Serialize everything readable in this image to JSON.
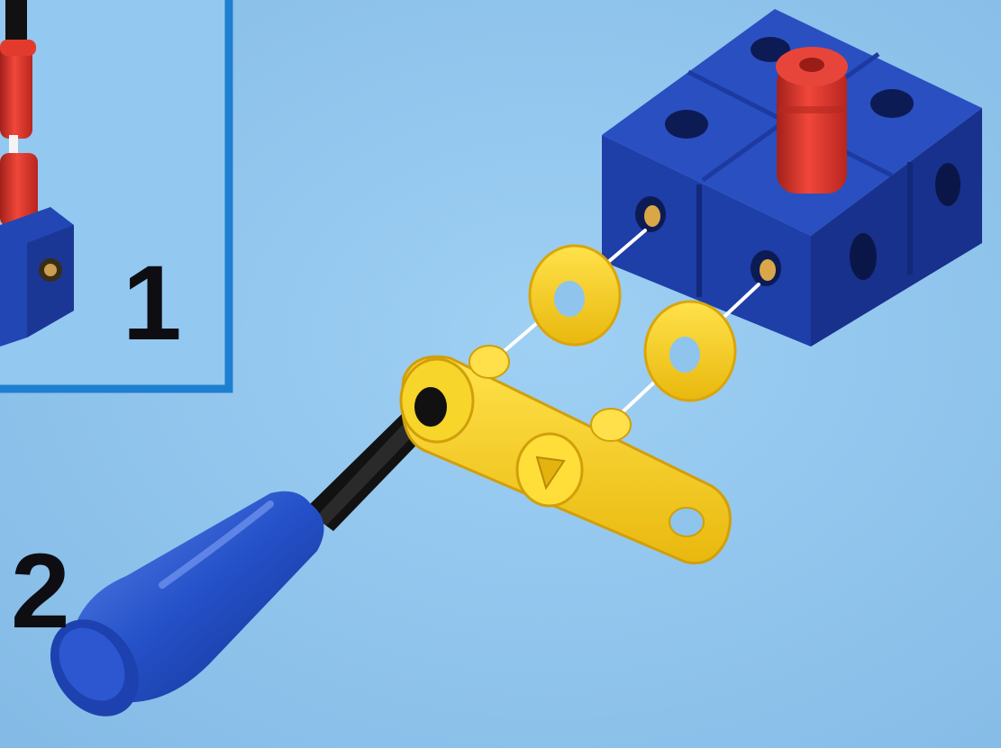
{
  "steps": [
    {
      "number": "1"
    },
    {
      "number": "2"
    }
  ],
  "colors": {
    "background": "#8fc4ec",
    "inset_border": "#1e7fd0",
    "block_blue": "#1f3fa8",
    "peg_red": "#e0352b",
    "part_yellow": "#f4cf1e",
    "handle_blue": "#2450c8",
    "rod_black": "#111111"
  },
  "parts": {
    "inset": [
      "rod-black",
      "red-peg-upper",
      "red-peg-lower",
      "blue-block"
    ],
    "assembly": [
      "blue-block-2x2",
      "red-peg",
      "washer",
      "washer",
      "yellow-crank-plate",
      "black-rod",
      "blue-handle"
    ]
  }
}
